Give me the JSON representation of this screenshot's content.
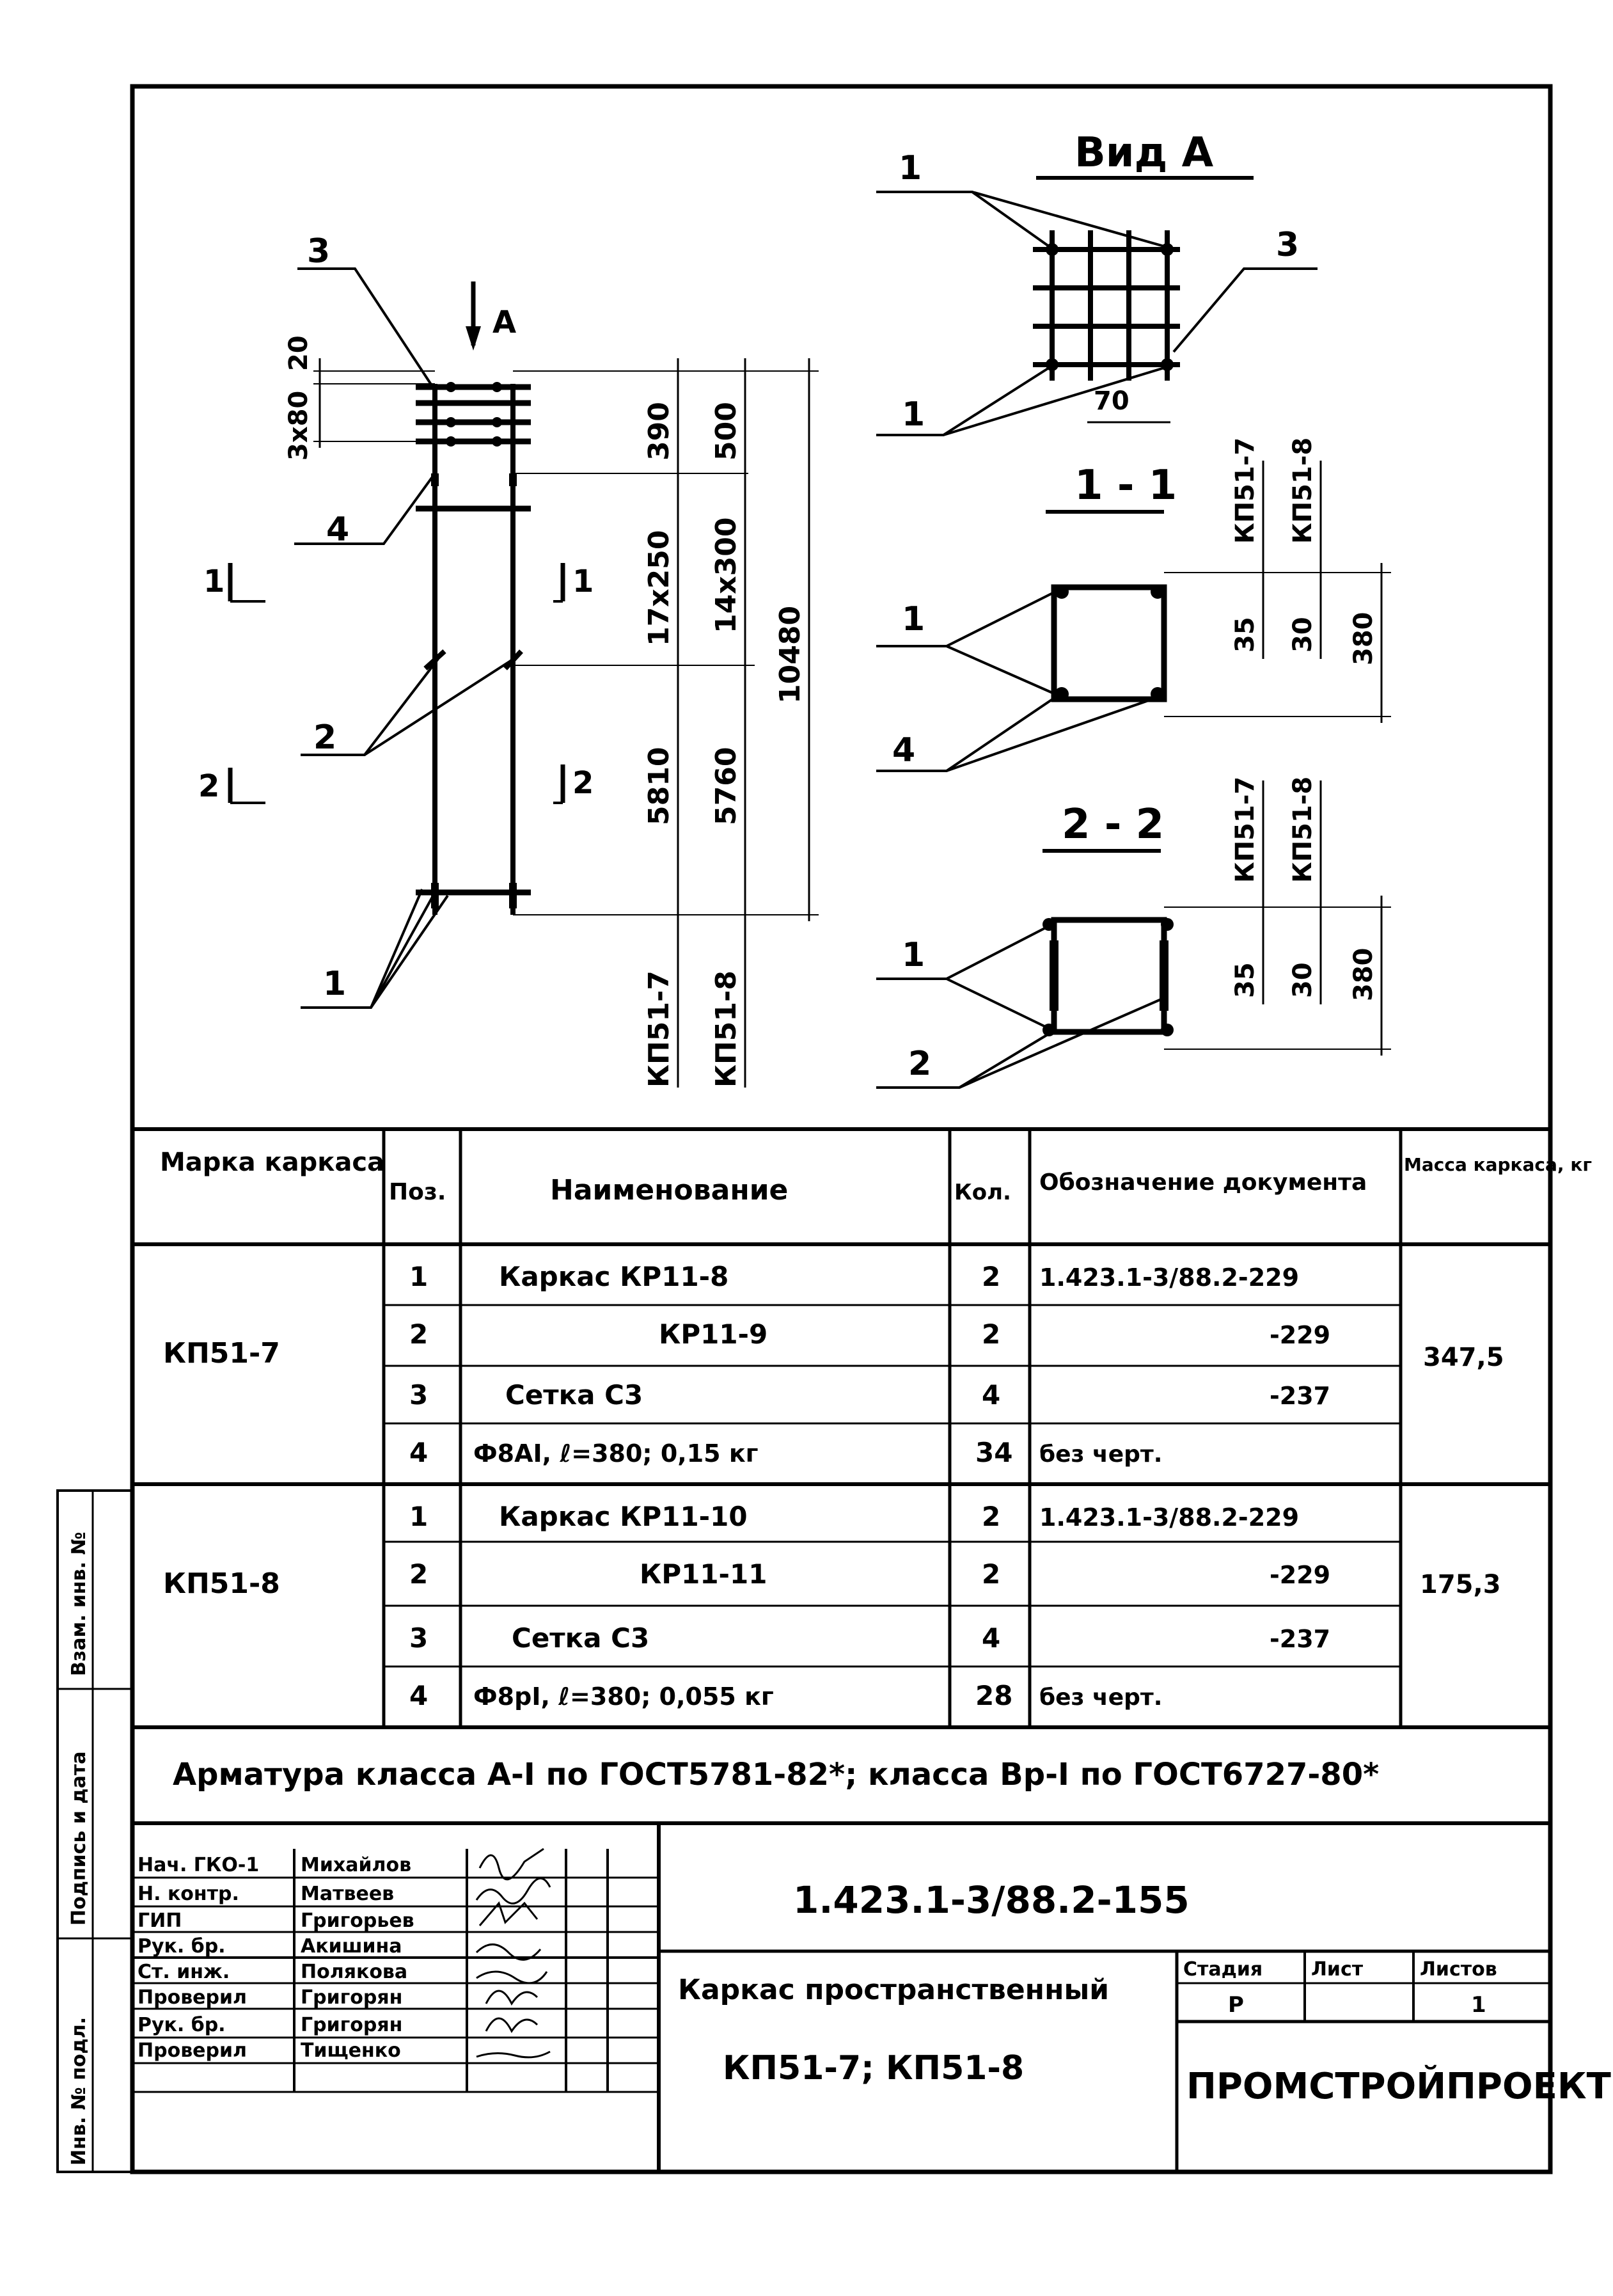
{
  "drawing": {
    "view_a_title": "Вид А",
    "arrow_label": "А",
    "section_1_title": "1 - 1",
    "section_2_title": "2 - 2",
    "callouts": {
      "c1": "1",
      "c2": "2",
      "c3": "3",
      "c4": "4"
    },
    "section_marks": {
      "m1": "1",
      "m2": "2"
    },
    "dims_elevation": {
      "d20": "20",
      "d3x80": "3x80",
      "d390": "390",
      "d500": "500",
      "d17x250": "17x250",
      "d14x300": "14x300",
      "d5810": "5810",
      "d5760": "5760",
      "d10480": "10480",
      "mark_kp51_7": "КП51-7",
      "mark_kp51_8": "КП51-8"
    },
    "dims_view_a": {
      "d70": "70"
    },
    "dims_section_1": {
      "d35": "35",
      "d30": "30",
      "d380": "380",
      "mark_kp51_7": "КП51-7",
      "mark_kp51_8": "КП51-8"
    },
    "dims_section_2": {
      "d35": "35",
      "d30": "30",
      "d380": "380",
      "mark_kp51_7": "КП51-7",
      "mark_kp51_8": "КП51-8"
    }
  },
  "spec_table": {
    "headers": {
      "mark": "Марка каркаса",
      "pos": "Поз.",
      "name": "Наименование",
      "qty": "Кол.",
      "doc": "Обозначение документа",
      "mass": "Масса каркаса, кг"
    },
    "groups": [
      {
        "mark": "КП51-7",
        "mass": "347,5",
        "rows": [
          {
            "pos": "1",
            "name": "Каркас КР11-8",
            "qty": "2",
            "doc": "1.423.1-3/88.2-229"
          },
          {
            "pos": "2",
            "name": "КР11-9",
            "qty": "2",
            "doc": "-229"
          },
          {
            "pos": "3",
            "name": "Сетка С3",
            "qty": "4",
            "doc": "-237"
          },
          {
            "pos": "4",
            "name": "Ф8АI, ℓ=380; 0,15 кг",
            "qty": "34",
            "doc": "без черт."
          }
        ]
      },
      {
        "mark": "КП51-8",
        "mass": "175,3",
        "rows": [
          {
            "pos": "1",
            "name": "Каркас КР11-10",
            "qty": "2",
            "doc": "1.423.1-3/88.2-229"
          },
          {
            "pos": "2",
            "name": "КР11-11",
            "qty": "2",
            "doc": "-229"
          },
          {
            "pos": "3",
            "name": "Сетка С3",
            "qty": "4",
            "doc": "-237"
          },
          {
            "pos": "4",
            "name": "Ф8рI, ℓ=380; 0,055 кг",
            "qty": "28",
            "doc": "без черт."
          }
        ]
      }
    ]
  },
  "note": "Арматура класса А-I по ГОСТ5781-82*; класса Вр-I по ГОСТ6727-80*",
  "title_block": {
    "signatures": [
      {
        "role": "Нач. ГКО-1",
        "name": "Михайлов"
      },
      {
        "role": "Н. контр.",
        "name": "Матвеев"
      },
      {
        "role": "ГИП",
        "name": "Григорьев"
      },
      {
        "role": "Рук. бр.",
        "name": "Акишина"
      },
      {
        "role": "Ст. инж.",
        "name": "Полякова"
      },
      {
        "role": "Проверил",
        "name": "Григорян"
      },
      {
        "role": "Рук. бр.",
        "name": "Григорян"
      },
      {
        "role": "Проверил",
        "name": "Тищенко"
      }
    ],
    "doc_code": "1.423.1-3/88.2-155",
    "title_line1": "Каркас пространственный",
    "title_line2": "КП51-7; КП51-8",
    "stage_label": "Стадия",
    "sheet_label": "Лист",
    "sheets_label": "Листов",
    "stage_value": "Р",
    "sheet_value": "",
    "sheets_value": "1",
    "org": "ПРОМСТРОЙПРОЕКТ"
  },
  "side_stamp": {
    "inv_replace": "Взам. инв. №",
    "sign_date": "Подпись и дата",
    "inv_orig": "Инв. № подл."
  }
}
